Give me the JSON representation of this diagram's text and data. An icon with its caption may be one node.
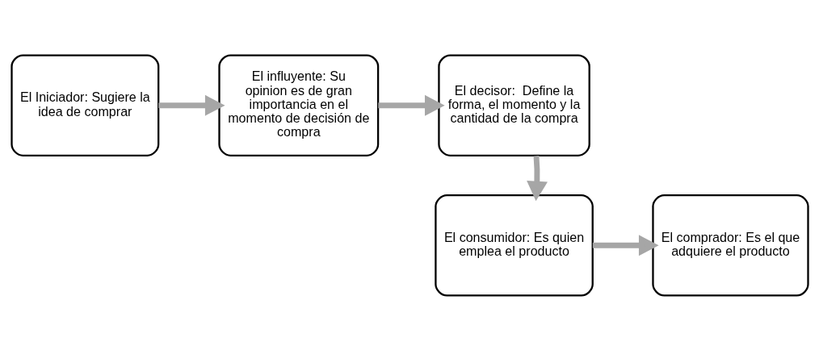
{
  "diagram": {
    "nodes": [
      {
        "text": [
          "El Iniciador: Sugiere la idea de comprar"
        ]
      },
      {
        "text": [
          "El influyente: Su opinion es de gran importancia en el momento de decisión de compra"
        ]
      },
      {
        "text": [
          "El decisor:  Define la forma, el momento y la cantidad de la compra"
        ]
      },
      {
        "text": [
          "El consumidor: Es quien emplea el producto"
        ]
      },
      {
        "text": [
          "El comprador: Es el que adquiere el producto"
        ]
      }
    ],
    "edges": [
      {
        "from": 0,
        "to": 1,
        "arrow": "to"
      },
      {
        "from": 1,
        "to": 2,
        "arrow": "to"
      },
      {
        "from": 2,
        "to": 3,
        "arrow": "to"
      },
      {
        "from": 3,
        "to": 4,
        "arrow": "to"
      }
    ]
  }
}
